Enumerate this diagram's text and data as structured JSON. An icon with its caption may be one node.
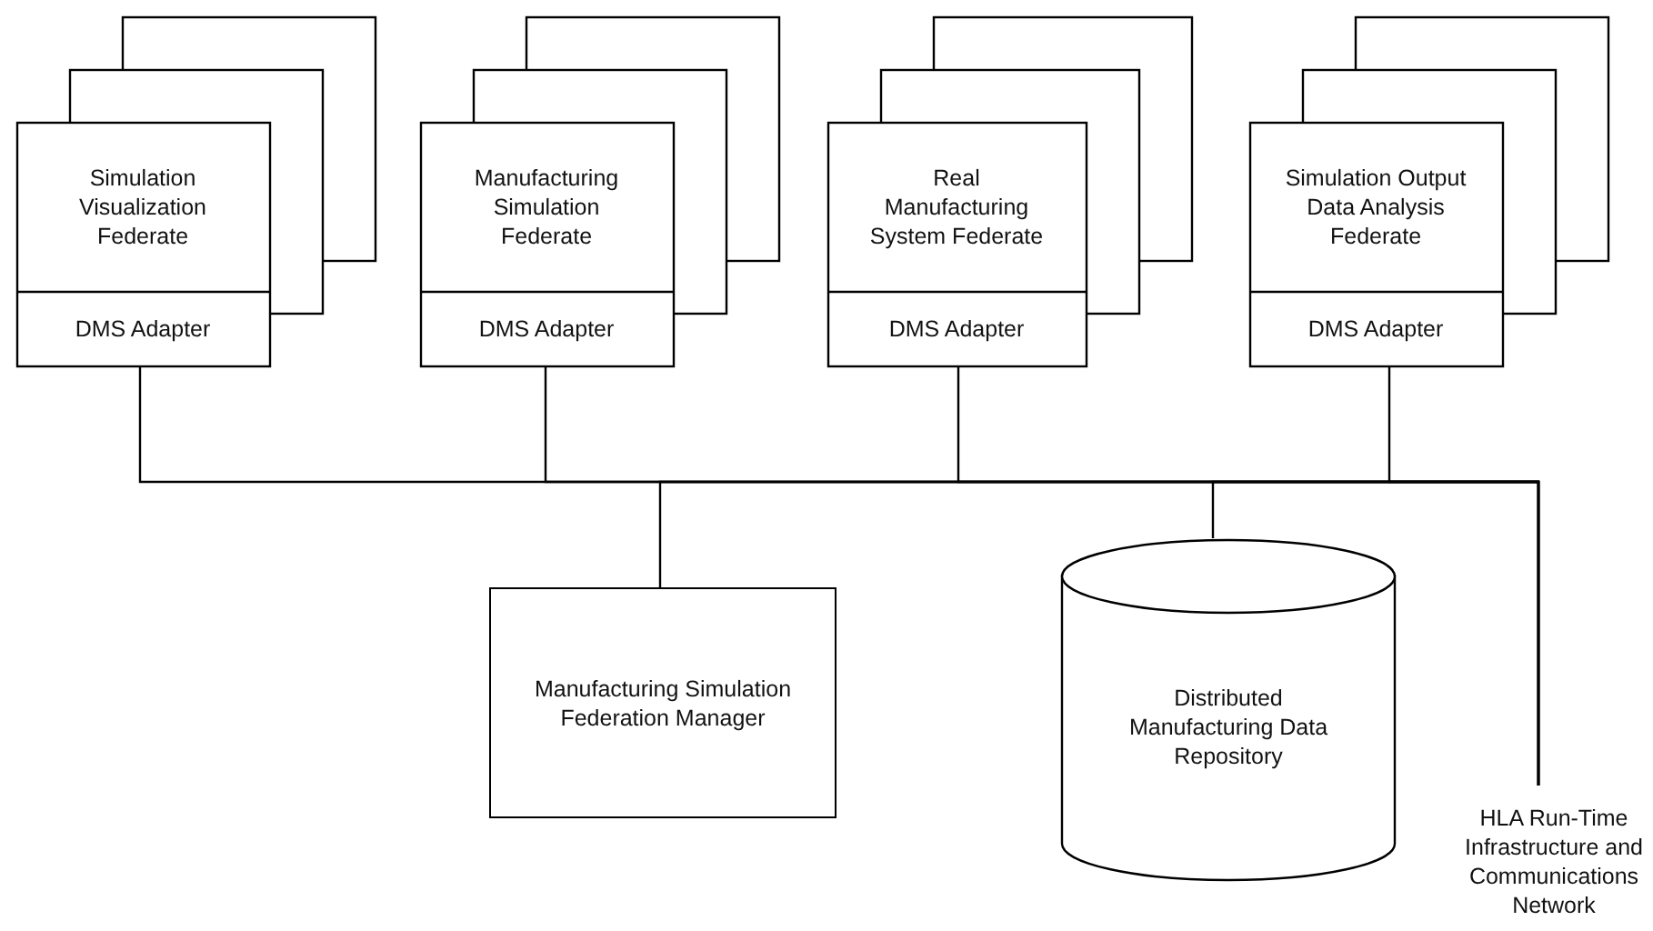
{
  "diagram": {
    "nodes": [
      {
        "text": [
          "Simulation Visualization Federate",
          "DMS Adapter"
        ]
      },
      {
        "text": [
          "Manufacturing Simulation Federate",
          "DMS Adapter"
        ]
      },
      {
        "text": [
          "Real Manufacturing System Federate",
          "DMS Adapter"
        ]
      },
      {
        "text": [
          "Simulation Output Data Analysis Federate",
          "DMS Adapter"
        ]
      },
      {
        "text": [
          "Manufacturing Simulation Federation Manager"
        ]
      },
      {
        "text": [
          "Distributed Manufacturing Data Repository"
        ]
      },
      {
        "text": [
          "HLA Run-Time Infrastructure and Communications Network"
        ]
      }
    ],
    "edges": [
      {
        "from": 0,
        "to": 6,
        "arrow": "none"
      },
      {
        "from": 1,
        "to": 6,
        "arrow": "none"
      },
      {
        "from": 2,
        "to": 6,
        "arrow": "none"
      },
      {
        "from": 3,
        "to": 6,
        "arrow": "none"
      },
      {
        "from": 4,
        "to": 6,
        "arrow": "none"
      },
      {
        "from": 5,
        "to": 6,
        "arrow": "none"
      }
    ]
  }
}
